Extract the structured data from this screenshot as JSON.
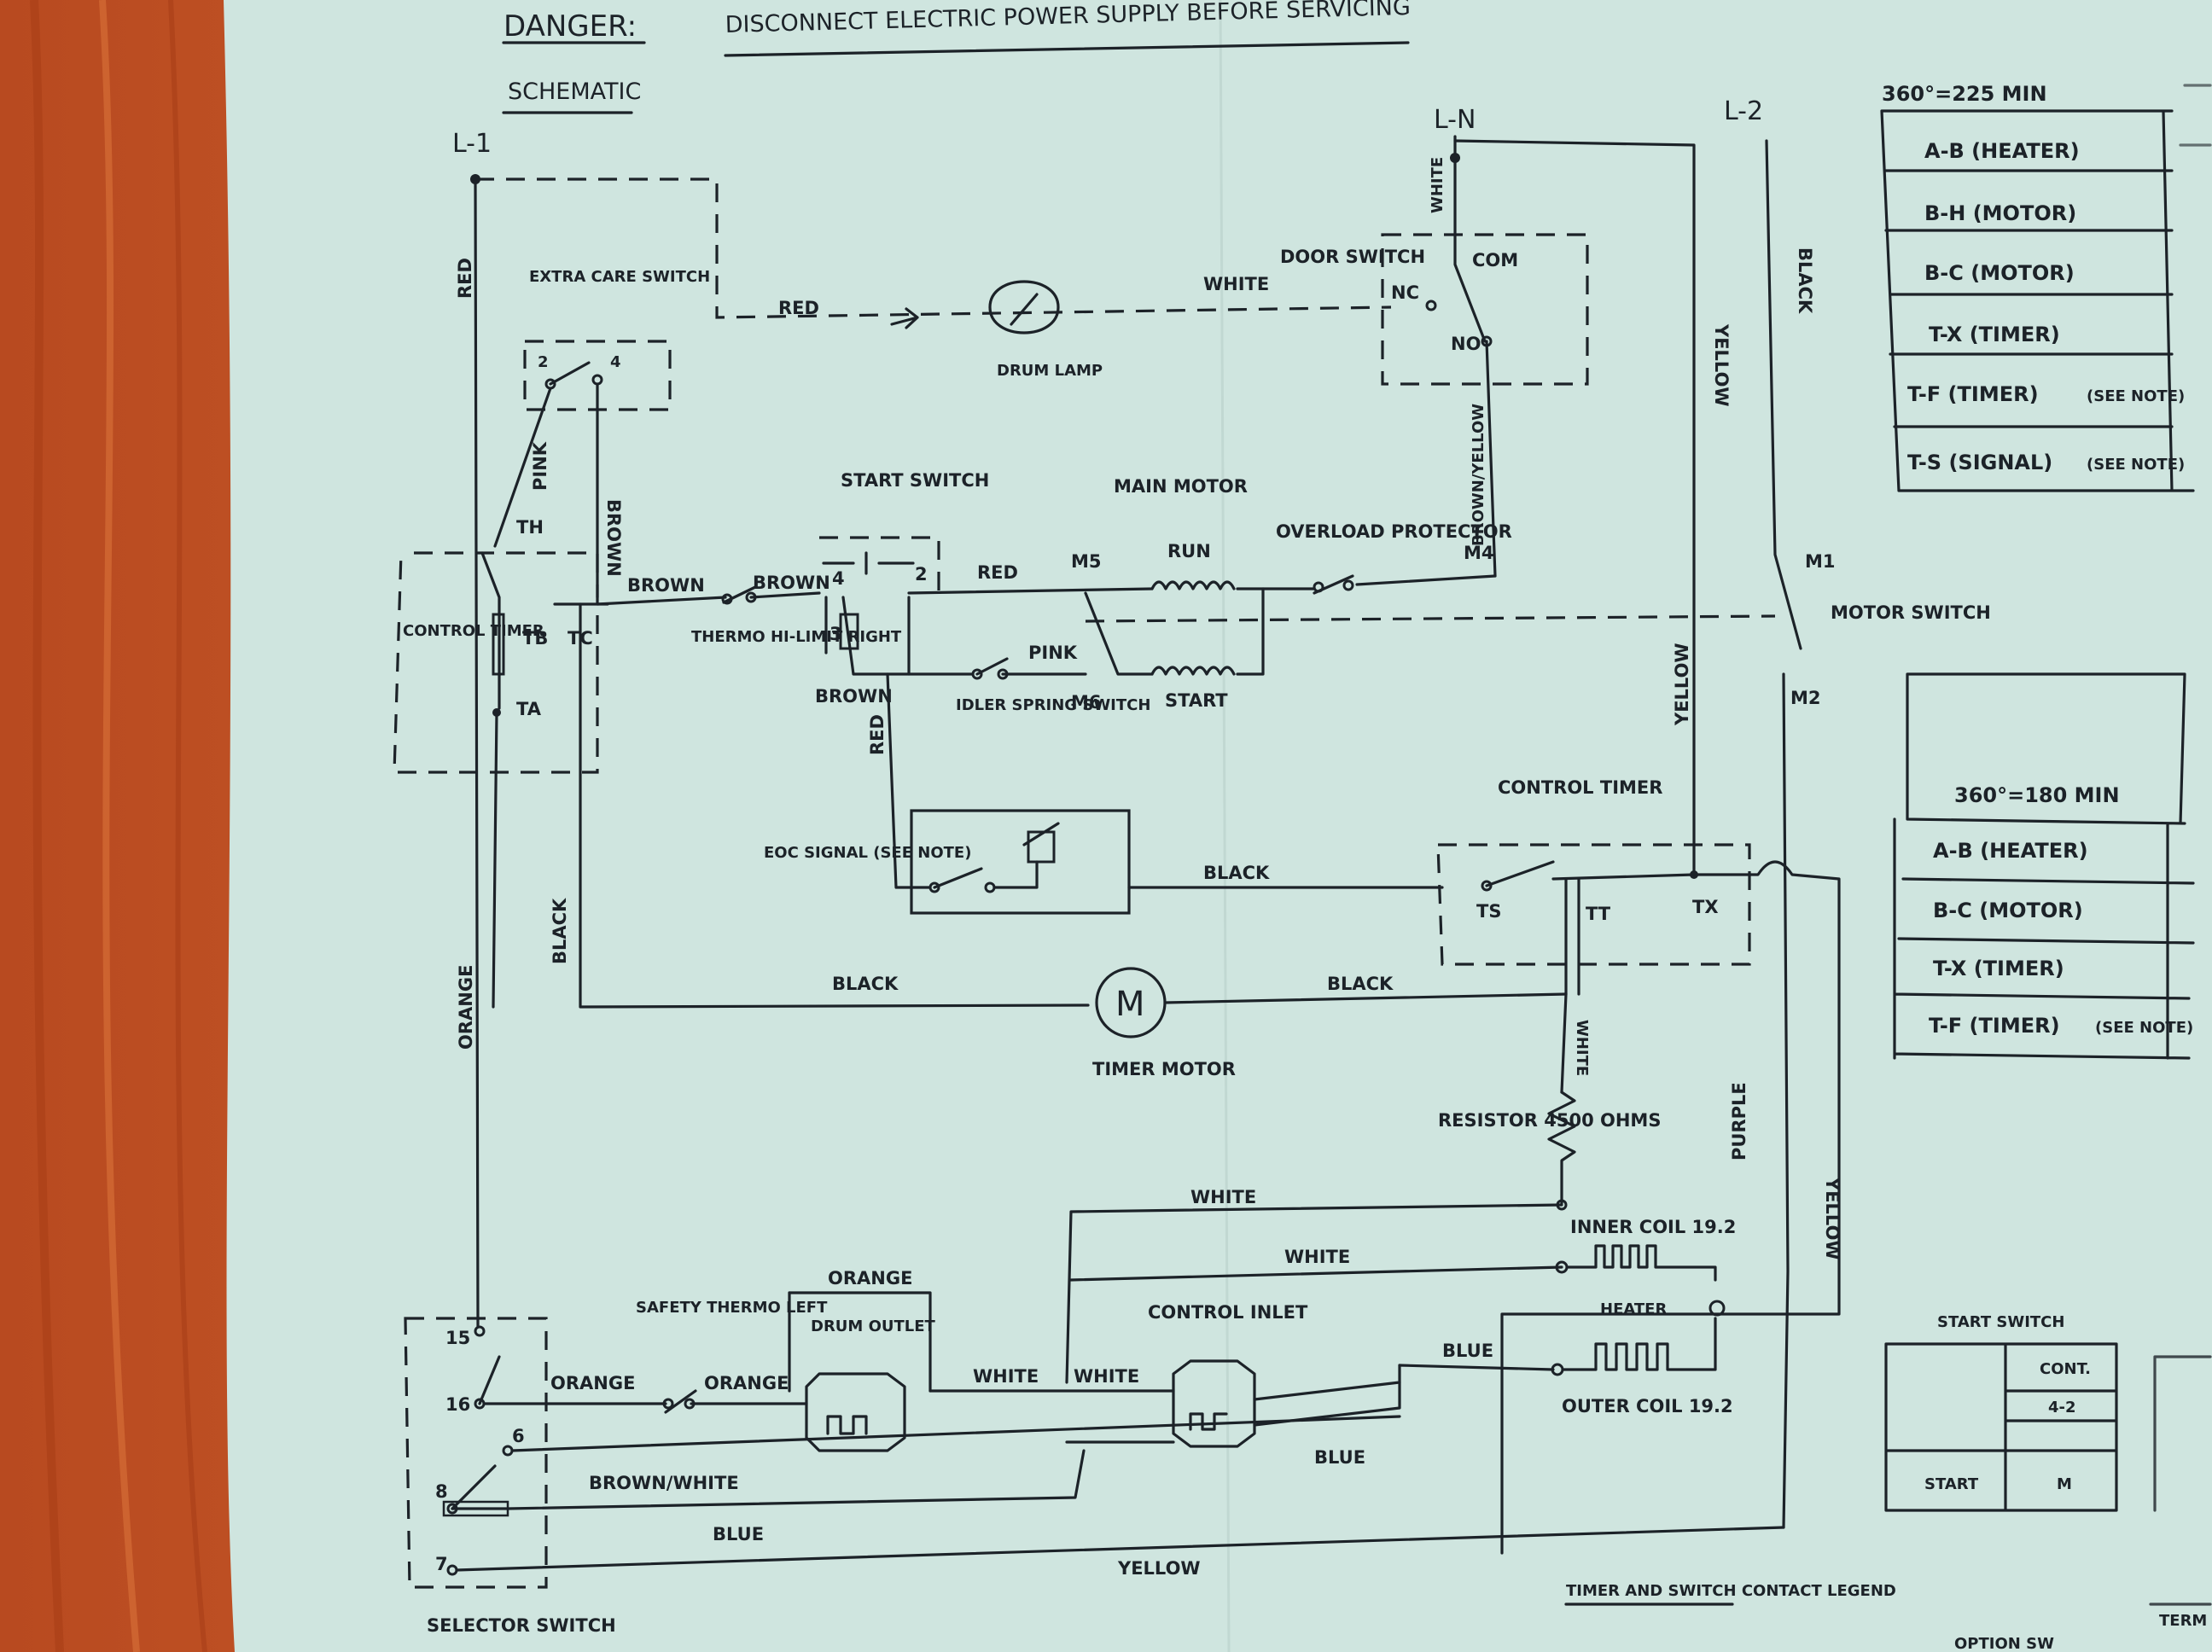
{
  "header": {
    "danger": "DANGER:",
    "warning": "DISCONNECT ELECTRIC POWER SUPPLY BEFORE SERVICING",
    "schematic": "SCHEMATIC"
  },
  "lines": {
    "l1": "L-1",
    "ln": "L-N",
    "l2": "L-2"
  },
  "wire_colors": {
    "red": "RED",
    "white": "WHITE",
    "pink": "PINK",
    "brown": "BROWN",
    "black": "BLACK",
    "yellow": "YELLOW",
    "orange": "ORANGE",
    "blue": "BLUE",
    "purple": "PURPLE",
    "brown_yellow": "BROWN/YELLOW",
    "brown_white": "BROWN/WHITE"
  },
  "components": {
    "extra_care_switch": "EXTRA CARE SWITCH",
    "drum_lamp": "DRUM LAMP",
    "door_switch": "DOOR SWITCH",
    "start_switch": "START SWITCH",
    "main_motor": "MAIN MOTOR",
    "run": "RUN",
    "start": "START",
    "overload_protector": "OVERLOAD PROTECTOR",
    "control_timer": "CONTROL TIMER",
    "thermo_hi_limit": "THERMO HI-LIMIT RIGHT",
    "idler_spring_switch": "IDLER SPRING SWITCH",
    "motor_switch": "MOTOR SWITCH",
    "eoc_signal": "EOC SIGNAL (SEE NOTE)",
    "timer_motor": "TIMER MOTOR",
    "timer_motor_symbol": "M",
    "resistor": "RESISTOR 4500 OHMS",
    "inner_coil": "INNER COIL 19.2",
    "outer_coil": "OUTER COIL 19.2",
    "heater": "HEATER",
    "safety_thermo_left": "SAFETY THERMO LEFT",
    "drum_outlet": "DRUM OUTLET",
    "control_inlet": "CONTROL INLET",
    "selector_switch": "SELECTOR SWITCH"
  },
  "terminals": {
    "com": "COM",
    "nc": "NC",
    "no": "NO",
    "th": "TH",
    "tb": "TB",
    "tc": "TC",
    "ta": "TA",
    "m5": "M5",
    "m6": "M6",
    "m4": "M4",
    "m1": "M1",
    "m2": "M2",
    "ts": "TS",
    "tt": "TT",
    "tx": "TX",
    "t2": "2",
    "t4": "4",
    "s4": "4",
    "s2": "2",
    "s3": "3",
    "s15": "15",
    "s16": "16",
    "s6": "6",
    "s8": "8",
    "s7": "7"
  },
  "legend_225": {
    "header": "360°=225 MIN",
    "rows": [
      "A-B (HEATER)",
      "B-H (MOTOR)",
      "B-C (MOTOR)",
      "T-X (TIMER)",
      "T-F (TIMER)",
      "T-S (SIGNAL)"
    ],
    "note": "(SEE NOTE)"
  },
  "legend_180": {
    "header": "360°=180 MIN",
    "rows": [
      "A-B (HEATER)",
      "B-C (MOTOR)",
      "T-X (TIMER)",
      "T-F (TIMER)"
    ],
    "note": "(SEE NOTE)"
  },
  "start_switch_table": {
    "title": "START SWITCH",
    "col_header": "CONT.",
    "row1_value": "4-2",
    "row2_label": "START",
    "row2_value": "M"
  },
  "footer": {
    "contact_legend": "TIMER AND SWITCH CONTACT LEGEND",
    "option": "OPTION SW",
    "term": "TERM"
  },
  "colors": {
    "paper": "#cfe5df",
    "ink": "#1c2228",
    "wood": "#c9572a"
  }
}
